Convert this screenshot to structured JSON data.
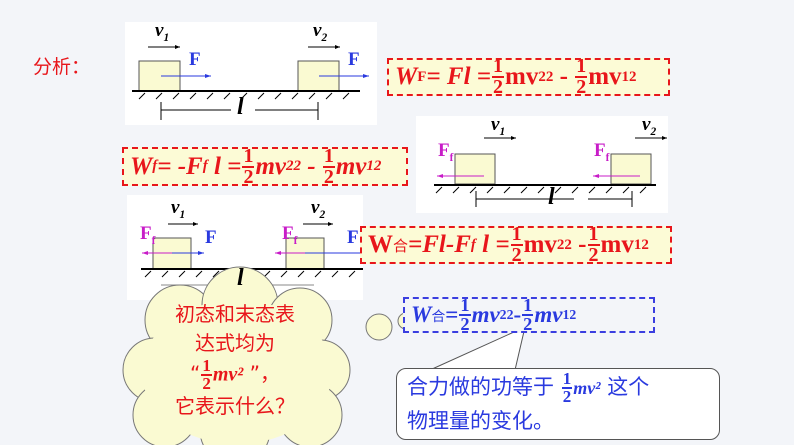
{
  "title": "分析：",
  "diagram1": {
    "v1": "v",
    "v1_sub": "1",
    "v2": "v",
    "v2_sub": "2",
    "force": "F",
    "distance": "l"
  },
  "diagram2": {
    "v1": "v",
    "v1_sub": "1",
    "v2": "v",
    "v2_sub": "2",
    "friction": "F",
    "friction_sub": "f",
    "distance": "l"
  },
  "diagram3": {
    "v1": "v",
    "v1_sub": "1",
    "v2": "v",
    "v2_sub": "2",
    "force": "F",
    "friction": "F",
    "friction_sub": "f",
    "distance": "l"
  },
  "formula_WF": {
    "lhs": "W",
    "lhs_sub": "F",
    "mid": "= Fl =",
    "num": "1",
    "den": "2",
    "t1": "mv",
    "t1_sub": "2",
    "t1_sup": "2",
    "minus": " - ",
    "t2": "mv",
    "t2_sub": "1",
    "t2_sup": "2"
  },
  "formula_Wf": {
    "lhs": "W",
    "lhs_sub": "f",
    "mid1": "= -F",
    "mid_sub": "f",
    "mid2": " l =",
    "num": "1",
    "den": "2",
    "t1": "mv",
    "t1_sub": "2",
    "t1_sup": "2",
    "minus": " - ",
    "t2": "mv",
    "t2_sub": "1",
    "t2_sup": "2"
  },
  "formula_Wnet": {
    "lhs": "W",
    "lhs_sub": "合",
    "mid1": "=Fl-F",
    "mid_sub": "f",
    "mid2": " l =",
    "num": "1",
    "den": "2",
    "t1": "mv",
    "t1_sub": "2",
    "t1_sup": "2",
    "minus": " -",
    "t2": "mv",
    "t2_sub": "1",
    "t2_sup": "2"
  },
  "formula_summary": {
    "lhs": "W",
    "lhs_sub": "合",
    "eq": "=",
    "num": "1",
    "den": "2",
    "t1": "mv",
    "t1_sub": "2",
    "t1_sup": "2",
    "minus": "-",
    "t2": "mv",
    "t2_sub": "1",
    "t2_sup": "2"
  },
  "thought_cloud": {
    "line1": "初态和末态表",
    "line2": "达式均为",
    "quote_open": "“",
    "num": "1",
    "den": "2",
    "expr": "mv²",
    "quote_close": " ”，",
    "line4": "它表示什么？"
  },
  "callout": {
    "text1": "合力做的功等于 ",
    "num": "1",
    "den": "2",
    "expr": "mv²",
    "text2": " 这个",
    "line2": "物理量的变化。"
  },
  "colors": {
    "red": "#e8161b",
    "blue": "#2a3adf",
    "magenta": "#c81cc8",
    "block": "#fafad2",
    "box_bg": "#fcfbd6"
  }
}
